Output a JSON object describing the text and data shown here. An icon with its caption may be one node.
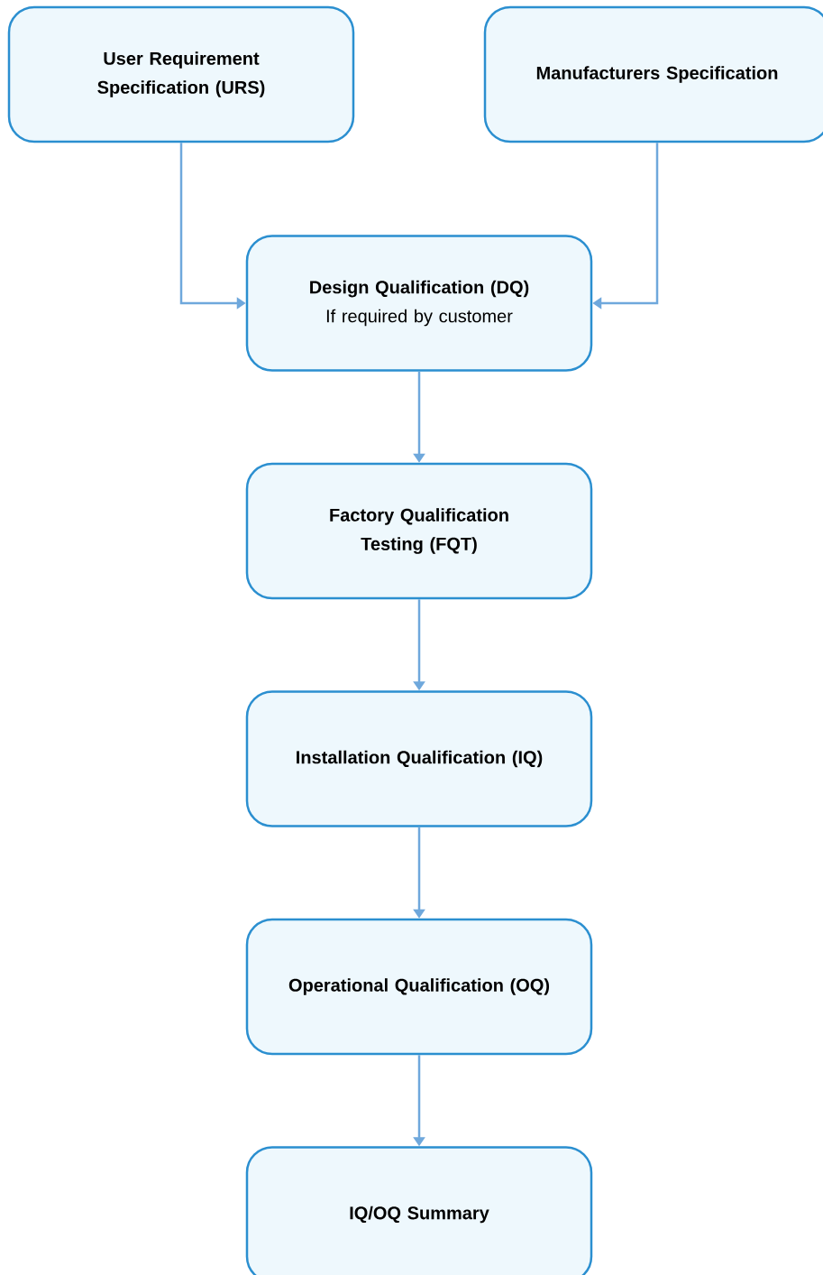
{
  "diagram": {
    "nodes": [
      {
        "text": [
          "User Requirement Specification (URS)"
        ]
      },
      {
        "text": [
          "Manufacturers Specification"
        ]
      },
      {
        "text": [
          "Design Qualification (DQ)",
          "If required by customer"
        ]
      },
      {
        "text": [
          "Factory Qualification Testing (FQT)"
        ]
      },
      {
        "text": [
          "Installation Qualification (IQ)"
        ]
      },
      {
        "text": [
          "Operational Qualification (OQ)"
        ]
      },
      {
        "text": [
          "IQ/OQ Summary"
        ]
      }
    ],
    "edges": [
      {
        "from": 0,
        "to": 2,
        "arrow": "to"
      },
      {
        "from": 1,
        "to": 2,
        "arrow": "to"
      },
      {
        "from": 2,
        "to": 3,
        "arrow": "to"
      },
      {
        "from": 3,
        "to": 4,
        "arrow": "to"
      },
      {
        "from": 4,
        "to": 5,
        "arrow": "to"
      },
      {
        "from": 5,
        "to": 6,
        "arrow": "to"
      }
    ]
  }
}
